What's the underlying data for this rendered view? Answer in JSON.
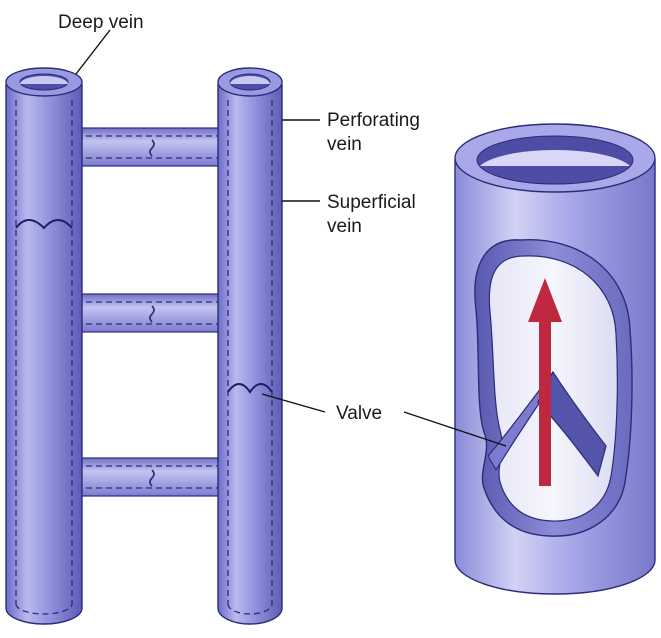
{
  "labels": {
    "deep_vein": "Deep vein",
    "perforating_vein_line1": "Perforating",
    "perforating_vein_line2": "vein",
    "superficial_vein_line1": "Superficial",
    "superficial_vein_line2": "vein",
    "valve": "Valve"
  },
  "colors": {
    "vein_fill": "#8f8fe0",
    "vein_dark": "#5a5ab8",
    "vein_light": "#c9c9f2",
    "outline": "#2c2c7a",
    "flow_arrow": "#c0283f",
    "leader_line": "#111111"
  },
  "icons": {
    "flow_arrow": "upward-arrow-icon"
  }
}
